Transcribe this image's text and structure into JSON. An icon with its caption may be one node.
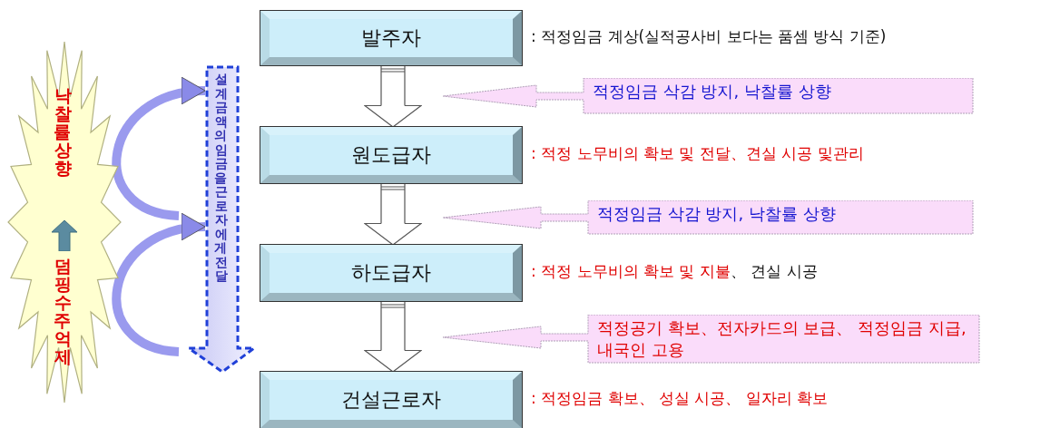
{
  "diagram": {
    "nodes": [
      {
        "text": [
          "발주자"
        ],
        "beside": [
          ": 적정임금 계상(실적공사비 보다는 품셈 방식 기준)"
        ]
      },
      {
        "text": [
          "원도급자"
        ],
        "beside": [
          ": 적정 노무비의 확보 및 전달、견실 시공 및관리"
        ]
      },
      {
        "text": [
          "하도급자"
        ],
        "beside": [
          ": 적정 노무비의 확보 및 지불",
          "、 견실 시공"
        ]
      },
      {
        "text": [
          "건설근로자"
        ],
        "beside": [
          ": 적정임금 확보、 성실 시공、 일자리 확보"
        ]
      },
      {
        "text": [
          "적정임금 삭감 방지, 낙찰률 상향"
        ]
      },
      {
        "text": [
          "적정임금 삭감 방지, 낙찰률 상향"
        ]
      },
      {
        "text": [
          "적정공기 확보、전자카드의 보급、 적정임금 지급, 내국인 고용"
        ]
      },
      {
        "text": [
          "낙찰률 상향",
          "덤핑수주 억제"
        ]
      },
      {
        "text": [
          "설계금액의 임금을 근로자에게 전달"
        ]
      }
    ],
    "edges": [
      {
        "from": 0,
        "to": 1,
        "arrow": "to"
      },
      {
        "from": 1,
        "to": 2,
        "arrow": "to"
      },
      {
        "from": 2,
        "to": 3,
        "arrow": "to"
      },
      {
        "from": null,
        "to": 8,
        "arrow": "to",
        "style": "thick",
        "color": "#9a9aee"
      },
      {
        "from": null,
        "to": 8,
        "arrow": "to",
        "style": "thick",
        "color": "#9a9aee"
      }
    ]
  }
}
